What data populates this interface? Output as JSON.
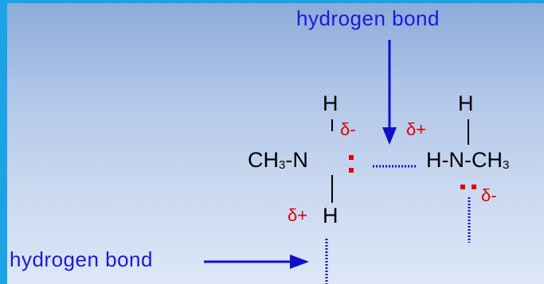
{
  "labels": {
    "top_hbond": "hydrogen bond",
    "bottom_hbond": "hydrogen bond"
  },
  "molecule_left": {
    "h_top": "H",
    "ch3": "CH",
    "ch3_sub": "3",
    "bond_n": "-N",
    "h_bottom": "H"
  },
  "molecule_right": {
    "h_top": "H",
    "hn": "H-N-CH",
    "ch3_sub": "3"
  },
  "charges": {
    "delta_minus_left": "δ-",
    "delta_plus_center": "δ+",
    "delta_plus_left_h": "δ+",
    "delta_minus_right": "δ-"
  },
  "colors": {
    "label_blue": "#1a1ad9",
    "arrow_blue": "#1010c8",
    "charge_red": "#e00000",
    "frame_cyan": "#1ba3e6"
  }
}
